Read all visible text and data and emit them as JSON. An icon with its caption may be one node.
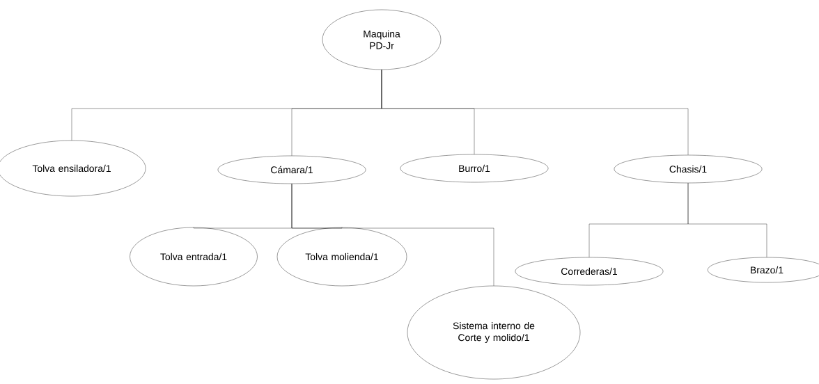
{
  "diagram": {
    "nodes": [
      {
        "text": [
          "Maquina PD-Jr"
        ]
      },
      {
        "text": [
          "Tolva ensiladora/1"
        ]
      },
      {
        "text": [
          "Cámara/1"
        ]
      },
      {
        "text": [
          "Burro/1"
        ]
      },
      {
        "text": [
          "Chasis/1"
        ]
      },
      {
        "text": [
          "Tolva entrada/1"
        ]
      },
      {
        "text": [
          "Tolva molienda/1"
        ]
      },
      {
        "text": [
          "Sistema interno de Corte y molido/1"
        ]
      },
      {
        "text": [
          "Correderas/1"
        ]
      },
      {
        "text": [
          "Brazo/1"
        ]
      }
    ],
    "edges": [
      {
        "from": 0,
        "to": 1,
        "arrow": "none"
      },
      {
        "from": 0,
        "to": 2,
        "arrow": "none"
      },
      {
        "from": 0,
        "to": 3,
        "arrow": "none"
      },
      {
        "from": 0,
        "to": 4,
        "arrow": "none"
      },
      {
        "from": 2,
        "to": 5,
        "arrow": "none"
      },
      {
        "from": 2,
        "to": 6,
        "arrow": "none"
      },
      {
        "from": 2,
        "to": 7,
        "arrow": "none"
      },
      {
        "from": 4,
        "to": 8,
        "arrow": "none"
      },
      {
        "from": 4,
        "to": 9,
        "arrow": "none"
      }
    ]
  }
}
